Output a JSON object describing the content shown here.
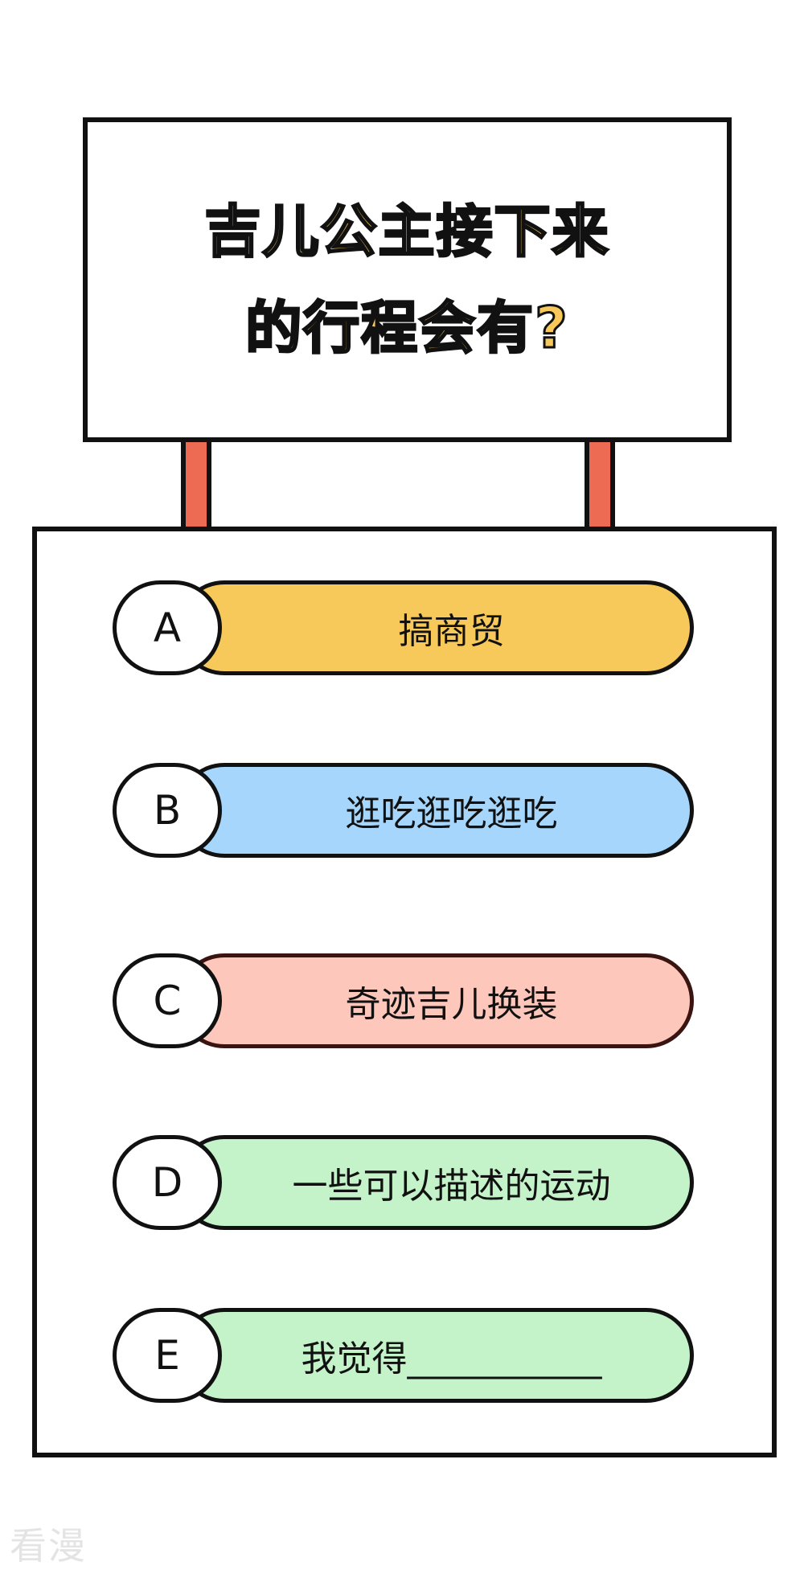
{
  "question": {
    "line1": "吉儿公主接下来",
    "line2": "的行程会有?"
  },
  "options": [
    {
      "letter": "A",
      "text": "搞商贸",
      "color": "#f7c85a"
    },
    {
      "letter": "B",
      "text": "逛吃逛吃逛吃",
      "color": "#a6d6fb"
    },
    {
      "letter": "C",
      "text": "奇迹吉儿换装",
      "color": "#fdc7bb"
    },
    {
      "letter": "D",
      "text": "一些可以描述的运动",
      "color": "#c4f2c9"
    },
    {
      "letter": "E",
      "text": "我觉得___________",
      "color": "#c4f2c9"
    }
  ],
  "watermark": "看漫",
  "colors": {
    "post": "#ee6b53",
    "title_fill": "#f7c85a",
    "outline": "#111111"
  }
}
